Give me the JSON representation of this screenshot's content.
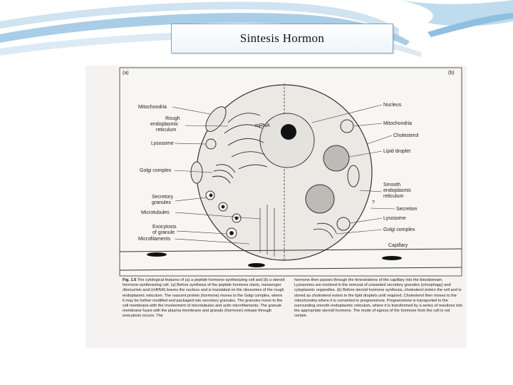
{
  "slide": {
    "title": "Sintesis  Hormon"
  },
  "figure": {
    "panel_a": "(a)",
    "panel_b": "(b)",
    "labels_left": {
      "mitochondria": "Mitochondria",
      "rough_er_1": "Rough",
      "rough_er_2": "endoplasmic",
      "rough_er_3": "reticulum",
      "lysosome": "Lysosome",
      "golgi": "Golgi complex",
      "secretory_1": "Secretory",
      "secretory_2": "granules",
      "microtubules": "Microtubules",
      "exocytosis_1": "Exocytosis",
      "exocytosis_2": "of granule",
      "microfilaments": "Microfilaments"
    },
    "labels_center": {
      "mrna": "mRNA"
    },
    "labels_right": {
      "nucleus": "Nucleus",
      "mitochondria": "Mitochondria",
      "cholesterol": "Cholesterol",
      "lipid_droplet": "Lipid droplet",
      "smooth_er_1": "Smooth",
      "smooth_er_2": "endoplasmic",
      "smooth_er_3": "reticulum",
      "question": "?",
      "secretion": "Secretion",
      "lysosome": "Lysosome",
      "golgi": "Golgi complex",
      "capillary": "Capillary"
    },
    "caption": {
      "fig_label": "Fig. 1.6",
      "left": "The cytological features of (a) a peptide hormone-synthesizing cell and (b) a steroid hormone-synthesizing cell. (a) Before synthesis of the peptide hormone starts, messenger ribonucleic acid (mRNA) leaves the nucleus and is translated on the ribosomes of the rough endoplasmic reticulum. The nascent protein (hormone) moves to the Golgi complex, where it may be further modified and packaged into secretory granules. The granules move to the cell membrane with the involvement of microtubules and actin microfilaments. The granule membrane fuses with the plasma membrane and granule (hormone) release through exocytosis occurs. The",
      "right": "hormone then passes through the fenestrations of the capillary into the bloodstream. Lysosomes are involved in the removal of unwanted secretory granules (crinophagy) and cytoplasmic organelles. (b) Before steroid hormone synthesis, cholesterol enters the cell and is stored as cholesterol esters in the lipid droplets until required. Cholesterol then moves to the mitochondria where it is converted to pregnenolone. Pregnenolone is transported to the surrounding smooth endoplasmic reticulum, where it is transformed by a series of reactions into the appropriate steroid hormone. The mode of egress of the hormone from the cell is not certain."
    }
  }
}
